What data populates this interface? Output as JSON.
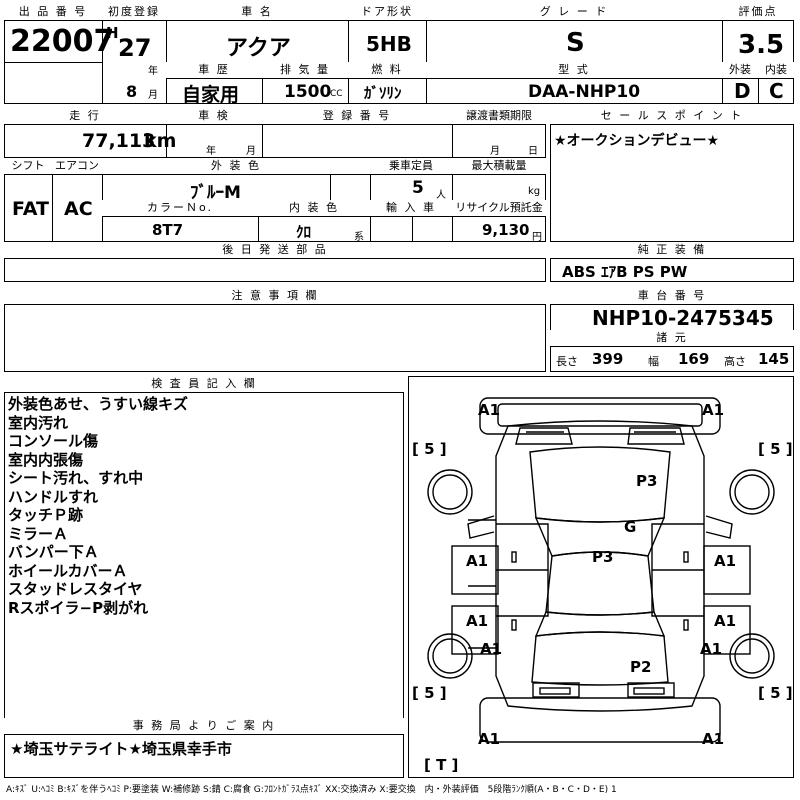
{
  "header": {
    "lot_label": "出 品 番 号",
    "lot_number": "22007",
    "first_reg_label": "初度登録",
    "era_letter": "H",
    "reg_year": "27",
    "year_unit": "年",
    "car_name_label": "車 名",
    "car_name": "アクア",
    "door_label": "ドア形状",
    "door": "5HB",
    "grade_label": "グ レ ー ド",
    "grade": "S",
    "score_label": "評価点",
    "score": "3.5",
    "history_label": "車 歴",
    "history": "自家用",
    "disp_label": "排 気 量",
    "displacement": "1500",
    "disp_unit": "CC",
    "fuel_label": "燃 料",
    "fuel": "ｶﾞｿﾘﾝ",
    "model_label": "型 式",
    "model": "DAA-NHP10",
    "exterior_label": "外装",
    "exterior_grade": "D",
    "interior_label": "内装",
    "interior_grade": "C",
    "reg_month": "8",
    "month_unit": "月"
  },
  "row2": {
    "mileage_label": "走 行",
    "mileage": "77,113",
    "mileage_unit": "km",
    "inspection_label": "車 検",
    "year_unit": "年",
    "month_unit": "月",
    "reg_no_label": "登 録 番 号",
    "transfer_label": "譲渡書類期限",
    "transfer_month_unit": "月",
    "transfer_day_unit": "日",
    "sales_point_label": "セ ー ル ス ポ イ ン ト",
    "sales_point": "★オークションデビュー★"
  },
  "row3": {
    "shift_label": "シフト",
    "shift": "FAT",
    "ac_label": "エアコン",
    "ac": "AC",
    "color_label": "外 装 色",
    "color": "ﾌﾞﾙｰM",
    "capacity_label": "乗車定員",
    "capacity": "5",
    "capacity_unit": "人",
    "load_label": "最大積載量",
    "load_unit": "kg",
    "color_no_label": "カラーＮo.",
    "color_no": "8T7",
    "interior_color_label": "内 装 色",
    "interior_color": "ｸﾛ",
    "interior_color_unit": "系",
    "import_label": "輸 入 車",
    "recycle_label": "リサイクル預託金",
    "recycle": "9,130",
    "recycle_unit": "円"
  },
  "parts": {
    "later_label": "後 日 発 送 部 品",
    "equip_label": "純 正 装 備",
    "equip": "ABS ｴｱB PS PW"
  },
  "notes": {
    "caution_label": "注 意 事 項 欄",
    "chassis_label": "車 台 番 号",
    "chassis": "NHP10-2475345",
    "spec_label": "諸 元",
    "length_label": "長さ",
    "length": "399",
    "width_label": "幅",
    "width": "169",
    "height_label": "高さ",
    "height": "145"
  },
  "inspector": {
    "label": "検 査 員 記 入 欄",
    "lines": [
      "外装色あせ、うすい線キズ",
      "室内汚れ",
      "コンソール傷",
      "室内内張傷",
      "シート汚れ、すれ中",
      "ハンドルすれ",
      "タッチＰ跡",
      "ミラーＡ",
      "バンパー下Ａ",
      "ホイールカバーＡ",
      "スタッドレスタイヤ",
      "Rスポイラ−P剥がれ"
    ]
  },
  "office": {
    "label": "事 務 局 よ り ご 案 内",
    "text": "★埼玉サテライト★埼玉県幸手市"
  },
  "diagram": {
    "marks": [
      "A1",
      "A1",
      "A1",
      "A1",
      "A1",
      "A1",
      "A1",
      "A1",
      "A1",
      "A1",
      "P3",
      "G",
      "P3",
      "P2"
    ],
    "tire_labels": [
      "[ 5 ]",
      "[ 5 ]",
      "[ 5 ]",
      "[ 5 ]"
    ],
    "spare_label": "[ T ]"
  },
  "legend": "A:ｷｽﾞ U:ﾍｺﾐ B:ｷｽﾞを伴うﾍｺﾐ P:要塗装 W:補修跡 S:錆 C:腐食 G:ﾌﾛﾝﾄｶﾞﾗｽ点ｷｽﾞ XX:交換済み X:要交換　内・外装評価　5段階ﾗﾝｸ順(A・B・C・D・E) 1"
}
